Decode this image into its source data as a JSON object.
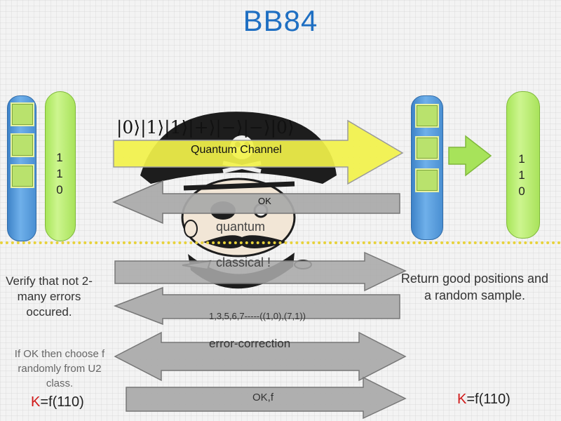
{
  "title": "BB84",
  "quantum_states": "|0⟩|1⟩|1⟩|+⟩|−⟩|−⟩|0⟩",
  "arrows": {
    "quantum_channel": "Quantum Channel",
    "ok": "OK",
    "return_positions": "",
    "indices": "1,3,5,6,7-----((1,0),(7,1))",
    "error_correction": "error-correction",
    "okf": "OK,f"
  },
  "alice": {
    "bits": [
      "1",
      "1",
      "0"
    ],
    "verify": "Verify that not 2-many errors occured.",
    "choose": "If OK then choose f randomly from U2 class.",
    "key_k": "K",
    "key_rest": "=f(110)"
  },
  "bob": {
    "bits": [
      "1",
      "1",
      "0"
    ],
    "return_text": "Return good positions and a random sample.",
    "key_k": "K",
    "key_rest": "=f(110)"
  },
  "middle": {
    "quantum": "quantum",
    "classical": "classical !"
  },
  "colors": {
    "title": "#1f6fc2",
    "quantum_arrow": "#f2f24a",
    "classical_arrow": "#a9a9a9",
    "key_letter": "#d01818",
    "separator": "#e8d23a"
  },
  "icons": {
    "eve": "pirate-eavesdropper-icon",
    "bob_input": "green-arrow-icon"
  }
}
